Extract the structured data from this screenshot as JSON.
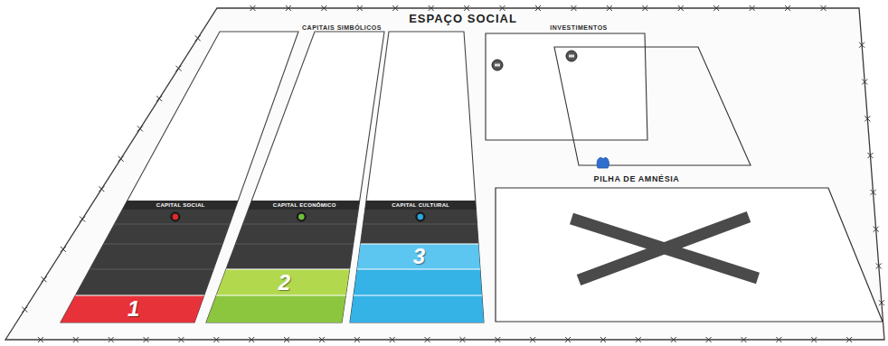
{
  "diagram": {
    "title": "ESPAÇO SOCIAL",
    "nodes": [
      {
        "text": [
          "CAPITAL SOCIAL",
          "1"
        ]
      },
      {
        "text": [
          "CAPITAL ECONÔMICO",
          "2"
        ]
      },
      {
        "text": [
          "CAPITAL CULTURAL",
          "3"
        ]
      },
      {
        "text": [
          "INVESTIMENTOS"
        ]
      },
      {
        "text": [
          "PILHA DE AMNÉSIA"
        ]
      }
    ],
    "labels": [
      "CAPITAIS SIMBÓLICOS"
    ]
  }
}
